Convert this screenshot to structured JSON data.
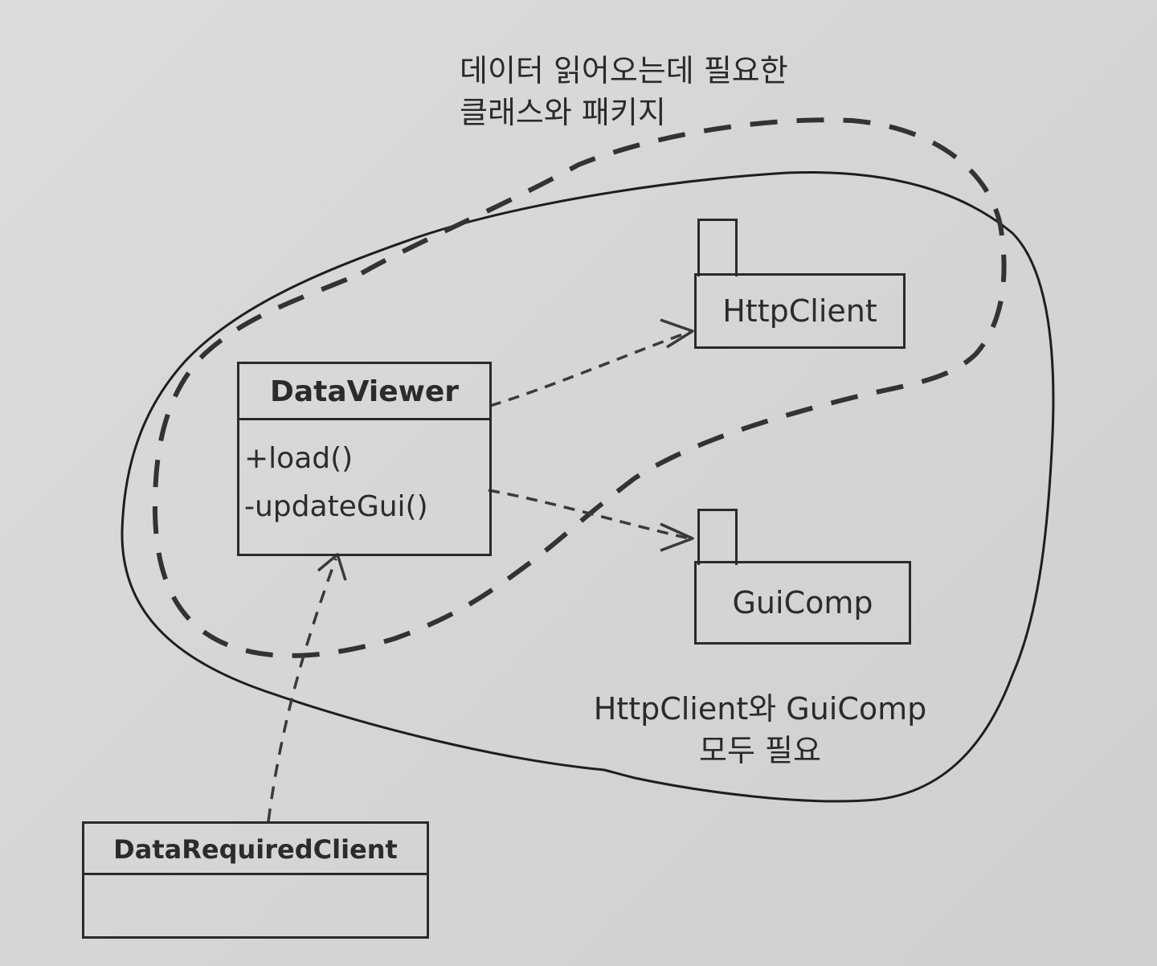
{
  "annotations": {
    "needed_for_loading_line1": "데이터 읽어오는데 필요한",
    "needed_for_loading_line2": "클래스와 패키지",
    "both_needed_line1": "HttpClient와 GuiComp",
    "both_needed_line2": "모두 필요"
  },
  "classes": {
    "data_viewer": {
      "name": "DataViewer",
      "operations": [
        "+load()",
        "-updateGui()"
      ]
    },
    "data_required_client": {
      "name": "DataRequiredClient"
    }
  },
  "packages": {
    "http_client": {
      "name": "HttpClient"
    },
    "gui_comp": {
      "name": "GuiComp"
    }
  },
  "colors": {
    "ink": "#2a2a2a",
    "paper": "#d9d9d7"
  }
}
